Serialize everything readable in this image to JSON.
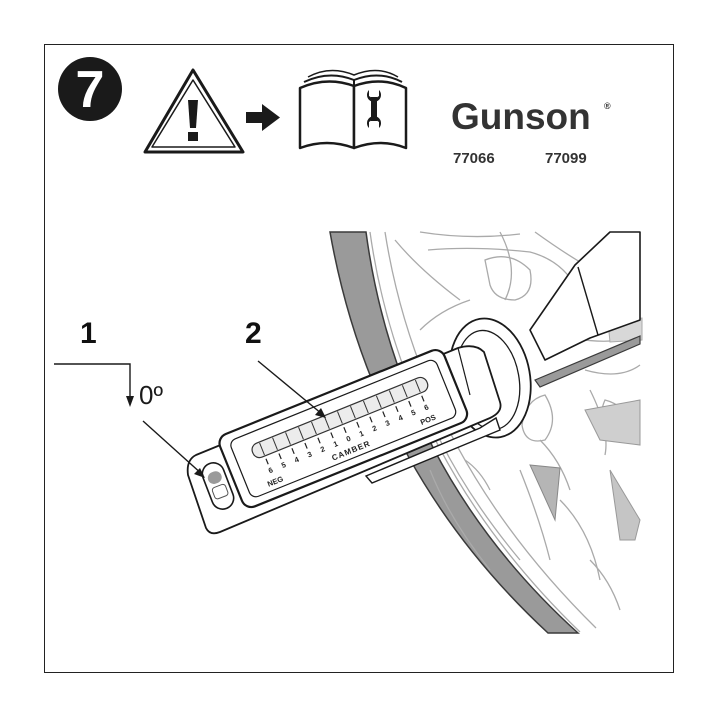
{
  "step": {
    "number": "7"
  },
  "brand": {
    "name": "Gunson",
    "registered": "®",
    "models": [
      "77066",
      "77099"
    ]
  },
  "callouts": {
    "bubble": "1",
    "scale": "2",
    "angle": "0º"
  },
  "gauge": {
    "scale_numbers": [
      "6",
      "5",
      "4",
      "3",
      "2",
      "1",
      "0",
      "1",
      "2",
      "3",
      "4",
      "5",
      "6"
    ],
    "neg_label": "NEG",
    "pos_label": "POS",
    "camber_label": "CAMBER"
  },
  "icons": [
    "warning-triangle-icon",
    "arrow-right-icon",
    "manual-book-icon",
    "wrench-icon"
  ],
  "colors": {
    "ink": "#1a1a1a",
    "tire": "#9a9a9a",
    "wheel_line": "#aaaaaa"
  }
}
